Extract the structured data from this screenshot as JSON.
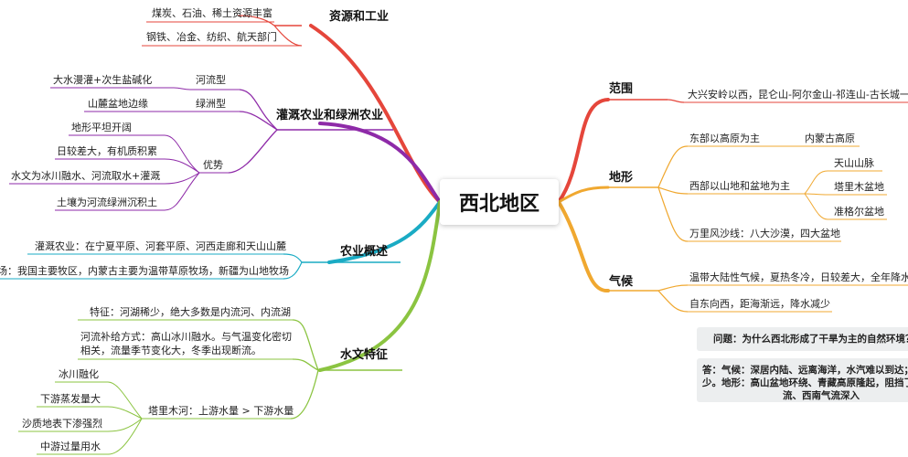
{
  "center": "西北地区",
  "right": {
    "fanwei": {
      "title": "范围",
      "text": "大兴安岭以西，昆仑山-阿尔金山-祁连山-古长城一线"
    },
    "dixing": {
      "title": "地形",
      "east": "东部以高原为主",
      "east_sub": "内蒙古高原",
      "west": "西部以山地和盆地为主",
      "west_subs": [
        "天山山脉",
        "塔里木盆地",
        "准格尔盆地"
      ],
      "wind": "万里风沙线：八大沙漠，四大盆地"
    },
    "qihou": {
      "title": "气候",
      "line1": "温带大陆性气候，夏热冬冷，日较差大，全年降水量少",
      "line2": "自东向西，距海渐远，降水减少"
    },
    "question": "问题：为什么西北形成了干旱为主的自然环境？",
    "answer": [
      "答：气候：深居内陆、远离海洋，水汽难以到达；降水",
      "少。地形：高山盆地环绕、青藏高原隆起，阻挡了暖湿气",
      "流、西南气流深入"
    ]
  },
  "left": {
    "ziyuan": {
      "title": "资源和工业",
      "items": [
        "煤炭、石油、稀土资源丰富",
        "钢铁、冶金、纺织、航天部门"
      ]
    },
    "guangai": {
      "title": "灌溉农业和绿洲农业",
      "hetype": "河流型",
      "hetype_item": "大水漫灌+次生盐碱化",
      "lvtype": "绿洲型",
      "lvtype_item": "山麓盆地边缘",
      "youshi": "优势",
      "youshi_items": [
        "地形平坦开阔",
        "日较差大，有机质积累",
        "水文为冰川融水、河流取水+灌溉",
        "土壤为河流绿洲沉积土"
      ]
    },
    "nongye": {
      "title": "农业概述",
      "items": [
        "灌溉农业：在宁夏平原、河套平原、河西走廊和天山山麓",
        "牧场：我国主要牧区，内蒙古主要为温带草原牧场，新疆为山地牧场"
      ]
    },
    "shuiwen": {
      "title": "水文特征",
      "feature": "特征：河湖稀少，绝大多数是内流河、内流湖",
      "supply1": "河流补给方式：高山冰川融水。与气温变化密切",
      "supply2": "相关，流量季节变化大，冬季出现断流。",
      "tarim": "塔里木河：上游水量 > 下游水量",
      "tarim_items": [
        "冰川融化",
        "下游蒸发量大",
        "沙质地表下渗强烈",
        "中游过量用水"
      ]
    }
  },
  "colors": {
    "red": "#e5463b",
    "purple": "#8e2aa8",
    "cyan": "#1aabc4",
    "green": "#8bc441",
    "orange": "#f0a830",
    "center_link": "#666666"
  }
}
